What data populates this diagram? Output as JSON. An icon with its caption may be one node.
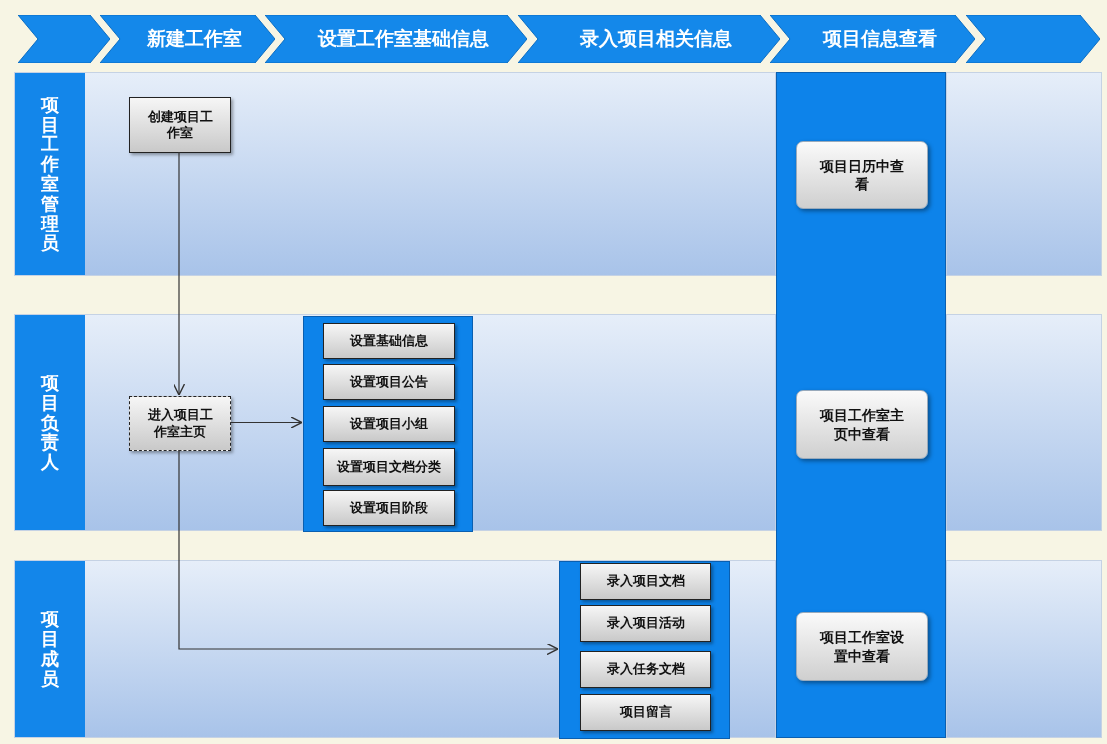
{
  "diagram": {
    "nodes": [
      {
        "text": [],
        "shape": "chevron"
      },
      {
        "text": [
          "新建工作室"
        ]
      },
      {
        "text": [
          "设置工作室基础信息"
        ]
      },
      {
        "text": [
          "录入项目相关信息"
        ]
      },
      {
        "text": [
          "项目信息查看"
        ]
      },
      {
        "text": [],
        "shape": "chevron"
      },
      {
        "text": [
          "项目工作室管理员"
        ]
      },
      {
        "text": [
          "项目负责人"
        ]
      },
      {
        "text": [
          "项目成员"
        ]
      },
      {
        "text": [
          "创建项目工作室"
        ],
        "in": 6
      },
      {
        "text": [
          "进入项目工作室主页"
        ],
        "in": 7
      },
      {
        "text": [],
        "shape": "box",
        "in": 7
      },
      {
        "text": [
          "设置基础信息"
        ],
        "in": 11
      },
      {
        "text": [
          "设置项目公告"
        ],
        "in": 11
      },
      {
        "text": [
          "设置项目小组"
        ],
        "in": 11
      },
      {
        "text": [
          "设置项目文档分类"
        ],
        "in": 11
      },
      {
        "text": [
          "设置项目阶段"
        ],
        "in": 11
      },
      {
        "text": [],
        "shape": "box",
        "in": 8
      },
      {
        "text": [
          "录入项目文档"
        ],
        "in": 17
      },
      {
        "text": [
          "录入项目活动"
        ],
        "in": 17
      },
      {
        "text": [
          "录入任务文档"
        ],
        "in": 17
      },
      {
        "text": [
          "项目留言"
        ],
        "in": 17
      },
      {
        "text": [],
        "shape": "box"
      },
      {
        "text": [
          "项目日历中查看"
        ],
        "in": 22
      },
      {
        "text": [
          "项目工作室主页中查看"
        ],
        "in": 22
      },
      {
        "text": [
          "项目工作室设置中查看"
        ],
        "in": 22
      }
    ],
    "edges": [
      {
        "from": 9,
        "to": 10,
        "arrow": "to"
      },
      {
        "from": 10,
        "to": 11,
        "arrow": "to"
      },
      {
        "from": 10,
        "to": 17,
        "arrow": "to"
      }
    ]
  }
}
